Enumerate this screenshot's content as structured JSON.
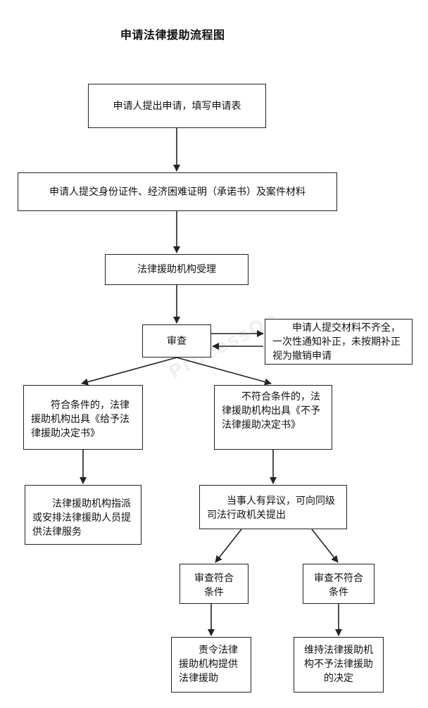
{
  "title": "申请法律援助流程图",
  "watermark": "ProcessOn",
  "nodes": {
    "apply": "申请人提出申请，填写申请表",
    "submit_docs": "申请人提交身份证件、经济困难证明（承诺书）及案件材料",
    "accept": "法律援助机构受理",
    "review": "审查",
    "incomplete": "申请人提交材料不齐全，一次性通知补正，未按期补正视为撤销申请",
    "qualified": "符合条件的，法律援助机构出具《给予法律援助决定书》",
    "unqualified": "不符合条件的，法律援助机构出具《不予法律援助决定书》",
    "assign": "法律援助机构指派或安排法律援助人员提供法律服务",
    "objection": "当事人有异议，可向同级司法行政机关提出",
    "review_ok": "审查符合条件",
    "review_not_ok": "审查不符合条件",
    "order_aid": "责令法律援助机构提供法律援助",
    "uphold": "维持法律援助机构不予法律援助的决定"
  }
}
